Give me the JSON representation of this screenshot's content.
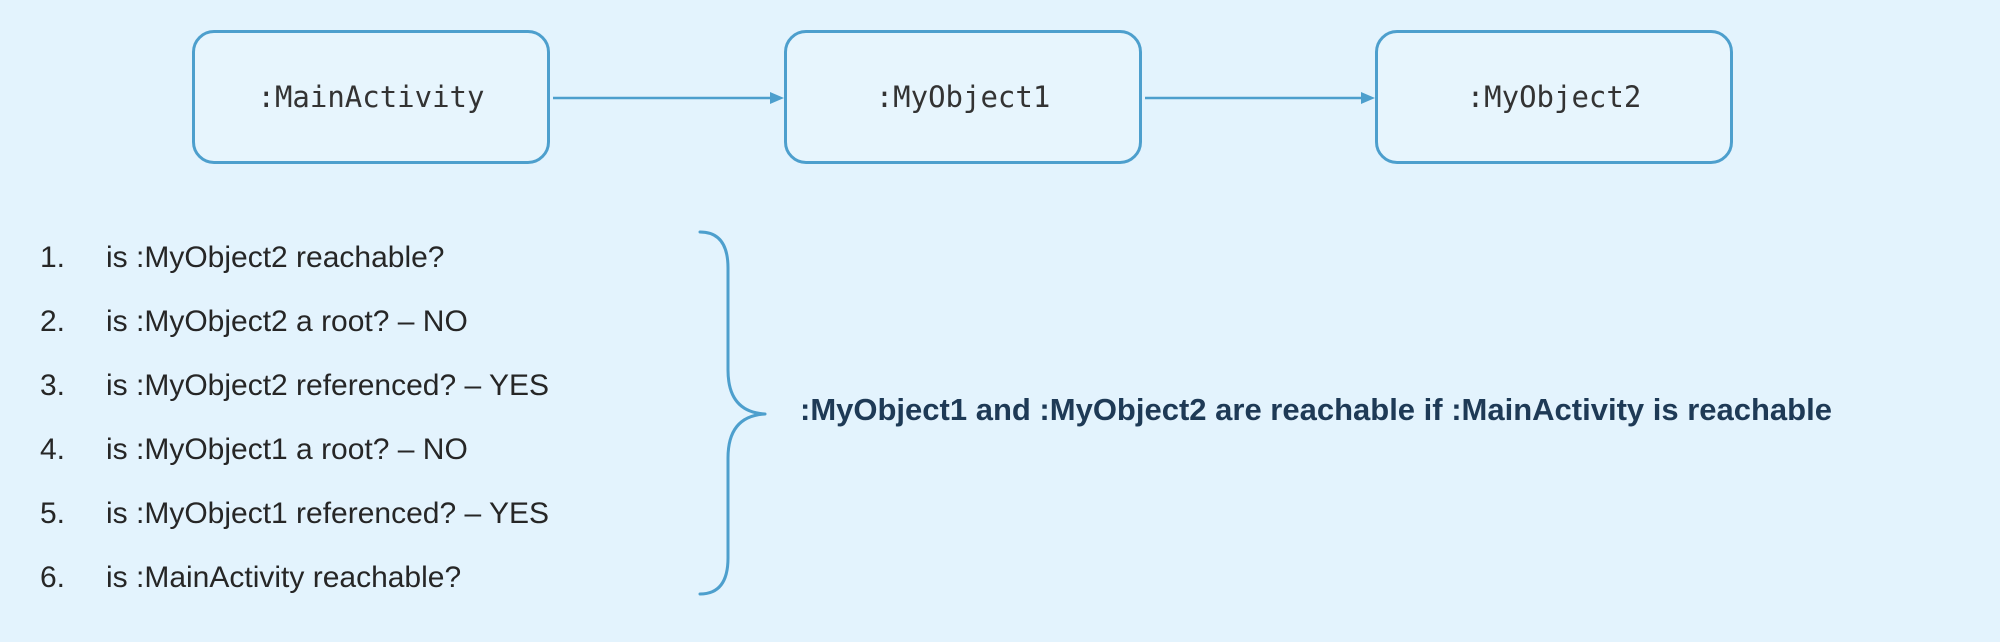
{
  "nodes": {
    "main_activity": ":MainActivity",
    "my_object1": ":MyObject1",
    "my_object2": ":MyObject2"
  },
  "steps": [
    {
      "number": "1.",
      "text": "is :MyObject2 reachable?"
    },
    {
      "number": "2.",
      "text": "is :MyObject2 a root? – NO"
    },
    {
      "number": "3.",
      "text": "is :MyObject2 referenced? – YES"
    },
    {
      "number": "4.",
      "text": "is :MyObject1 a root? – NO"
    },
    {
      "number": "5.",
      "text": "is :MyObject1 referenced? – YES"
    },
    {
      "number": "6.",
      "text": "is :MainActivity reachable?"
    }
  ],
  "conclusion": ":MyObject1 and :MyObject2 are reachable if :MainActivity is reachable",
  "colors": {
    "background": "#e3f3fd",
    "node_border": "#4d9fcd",
    "arrow": "#4d9fcd",
    "brace": "#4d9fcd",
    "conclusion_text": "#1e3a56"
  }
}
